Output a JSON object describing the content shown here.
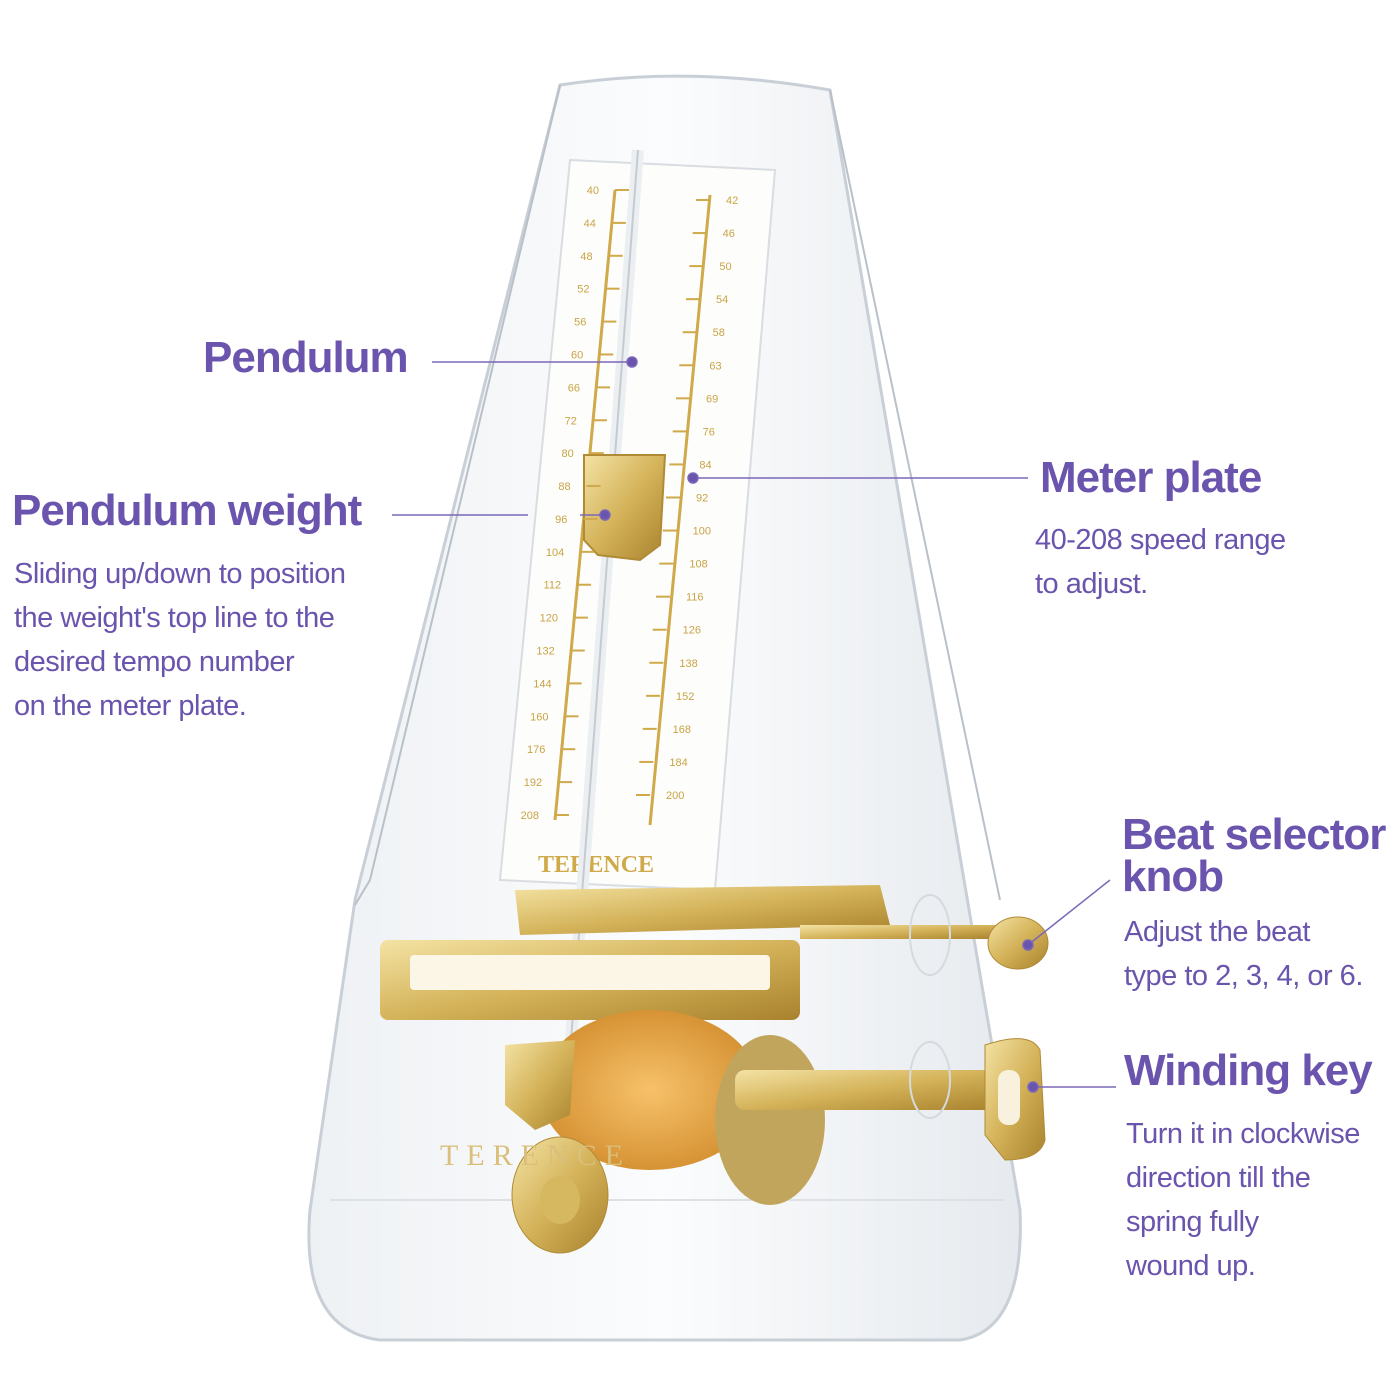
{
  "colors": {
    "accent": "#6a54ad",
    "gold": "#d4b35a",
    "background": "#ffffff"
  },
  "brand_logo_text": "TERENCE",
  "scale": {
    "left": [
      "40",
      "44",
      "48",
      "52",
      "56",
      "60",
      "66",
      "72",
      "80",
      "88",
      "96",
      "104",
      "112",
      "120",
      "132",
      "144",
      "160",
      "176",
      "192",
      "208"
    ],
    "right": [
      "42",
      "46",
      "50",
      "54",
      "58",
      "63",
      "69",
      "76",
      "84",
      "92",
      "100",
      "108",
      "116",
      "126",
      "138",
      "152",
      "168",
      "184",
      "200"
    ]
  },
  "labels": {
    "pendulum": {
      "title": "Pendulum"
    },
    "pendulum_weight": {
      "title": "Pendulum weight",
      "lines": [
        "Sliding up/down to position",
        "the weight's top line to the",
        "desired tempo number",
        "on the meter plate."
      ]
    },
    "meter_plate": {
      "title": "Meter plate",
      "lines": [
        "40-208 speed range",
        "to adjust."
      ]
    },
    "beat_selector": {
      "title_lines": [
        "Beat selector",
        "knob"
      ],
      "lines": [
        "Adjust the beat",
        "type to 2, 3, 4, or 6."
      ]
    },
    "winding_key": {
      "title": "Winding key",
      "lines": [
        "Turn it in clockwise",
        "direction till the",
        "spring fully",
        "wound up."
      ]
    }
  }
}
